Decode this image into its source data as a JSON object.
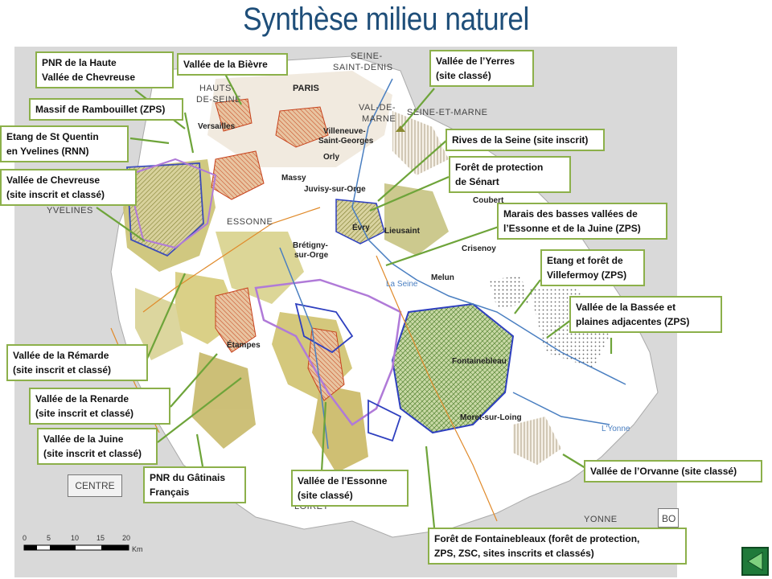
{
  "title": "Synthèse milieu naturel",
  "colors": {
    "title": "#1e4e79",
    "callout_border": "#8cb04a",
    "leader": "#6ea43a",
    "forest": "#b8b25a",
    "natura": "#2e3fbf",
    "site": "#c7421c",
    "pnr": "#b07ad8",
    "nav": "#1f7a3a"
  },
  "callouts": [
    {
      "id": "pnr-haute-vallee",
      "lines": [
        "PNR de la Haute",
        "Vallée de Chevreuse"
      ]
    },
    {
      "id": "vallee-bievre",
      "lines": [
        "Vallée de la Bièvre"
      ]
    },
    {
      "id": "massif-rambouillet",
      "lines": [
        "Massif de Rambouillet (ZPS)"
      ]
    },
    {
      "id": "etang-st-quentin",
      "lines": [
        "Etang de St Quentin",
        "en Yvelines (RNN)"
      ]
    },
    {
      "id": "vallee-chevreuse",
      "lines": [
        "Vallée de Chevreuse",
        "(site inscrit et classé)"
      ]
    },
    {
      "id": "vallee-yerres",
      "lines": [
        "Vallée de l’Yerres",
        "(site classé)"
      ]
    },
    {
      "id": "rives-seine",
      "lines": [
        "Rives de la Seine (site inscrit)"
      ]
    },
    {
      "id": "foret-senart",
      "lines": [
        "Forêt de protection",
        "de Sénart"
      ]
    },
    {
      "id": "marais-essonne",
      "lines": [
        "Marais des basses vallées de",
        "l’Essonne et de la Juine (ZPS)"
      ]
    },
    {
      "id": "etang-villefermoy",
      "lines": [
        "Etang et forêt de",
        "Villefermoy (ZPS)"
      ]
    },
    {
      "id": "vallee-bassee",
      "lines": [
        "Vallée de la Bassée et",
        "plaines adjacentes (ZPS)"
      ]
    },
    {
      "id": "vallee-remarde",
      "lines": [
        "Vallée de la Rémarde",
        "(site inscrit et classé)"
      ]
    },
    {
      "id": "vallee-renarde",
      "lines": [
        "Vallée de la Renarde",
        "(site inscrit et classé)"
      ]
    },
    {
      "id": "vallee-juine",
      "lines": [
        "Vallée de la Juine",
        "(site inscrit et classé)"
      ]
    },
    {
      "id": "pnr-gatinais",
      "lines": [
        "PNR du Gâtinais",
        "Français"
      ]
    },
    {
      "id": "vallee-essonne",
      "lines": [
        "Vallée de l’Essonne",
        "(site classé)"
      ]
    },
    {
      "id": "vallee-orvanne",
      "lines": [
        "Vallée de l’Orvanne (site classé)"
      ]
    },
    {
      "id": "foret-fontainebleau",
      "lines": [
        "Forêt de Fontainebleaux (forêt de protection,",
        "ZPS, ZSC, sites inscrits et classés)"
      ]
    }
  ],
  "places": {
    "versailles": "Versailles",
    "paris": "PARIS",
    "villeneuve1": "Villeneuve-",
    "villeneuve2": "Saint-Georges",
    "orly": "Orly",
    "massy": "Massy",
    "juvisy": "Juvisy-sur-Orge",
    "evry": "Évry",
    "lieusaint": "Lieusaint",
    "coubert": "Coubert",
    "bretigny1": "Brétigny-",
    "bretigny2": "sur-Orge",
    "crisenoy": "Crisenoy",
    "melun": "Melun",
    "etampes": "Étampes",
    "fontainebleau": "Fontainebleau",
    "moret": "Moret-sur-Loing",
    "la_seine": "La Seine",
    "l_yonne": "L'Yonne"
  },
  "departments": {
    "seine_st_denis1": "SEINE-",
    "seine_st_denis2": "SAINT-DENIS",
    "hauts_de_seine1": "HAUTS-",
    "hauts_de_seine2": "DE-SEINE",
    "val_de_marne1": "VAL-DE-",
    "val_de_marne2": "MARNE",
    "seine_et_marne": "SEINE-ET-MARNE",
    "yvelines": "YVELINES",
    "essonne": "ESSONNE",
    "yonne": "YONNE",
    "loiret": "LOIRET",
    "centre": "CENTRE",
    "bo": "BO"
  },
  "scale": {
    "ticks": [
      "0",
      "5",
      "10",
      "15",
      "20"
    ],
    "unit": "Km"
  },
  "nav": {
    "icon": "previous-arrow-icon"
  }
}
